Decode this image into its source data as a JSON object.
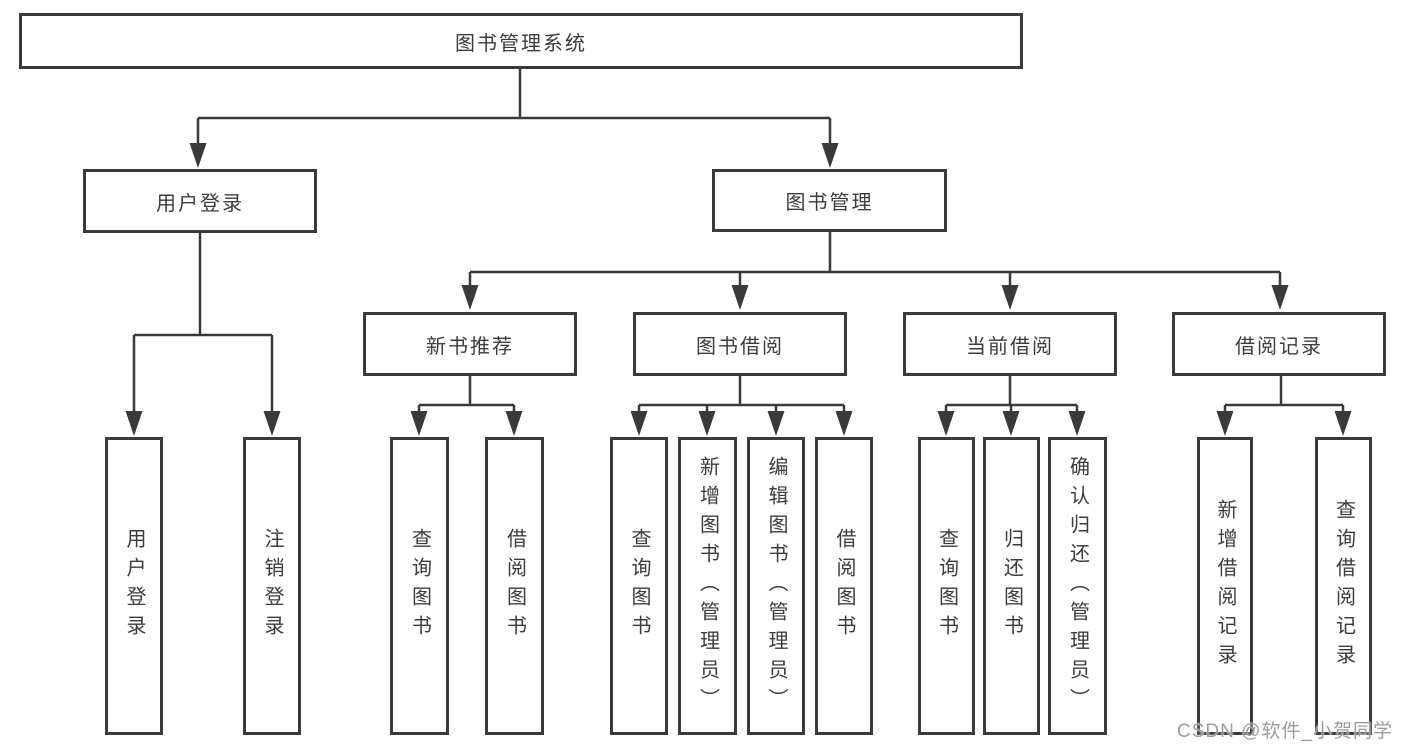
{
  "diagram": {
    "root": "图书管理系统",
    "branches": [
      {
        "label": "用户登录",
        "leaves": [
          "用户登录",
          "注销登录"
        ]
      },
      {
        "label": "图书管理",
        "sections": [
          {
            "label": "新书推荐",
            "leaves": [
              "查询图书",
              "借阅图书"
            ]
          },
          {
            "label": "图书借阅",
            "leaves": [
              "查询图书",
              "新增图书（管理员）",
              "编辑图书（管理员）",
              "借阅图书"
            ]
          },
          {
            "label": "当前借阅",
            "leaves": [
              "查询图书",
              "归还图书",
              "确认归还（管理员）"
            ]
          },
          {
            "label": "借阅记录",
            "leaves": [
              "新增借阅记录",
              "查询借阅记录"
            ]
          }
        ]
      }
    ]
  },
  "watermark": "CSDN @软件_小贺同学",
  "colors": {
    "line": "#3a3a3a",
    "box_border": "#3a3a3a",
    "text": "#3c3c3c",
    "watermark": "#9c9c9c",
    "background": "#ffffff"
  }
}
